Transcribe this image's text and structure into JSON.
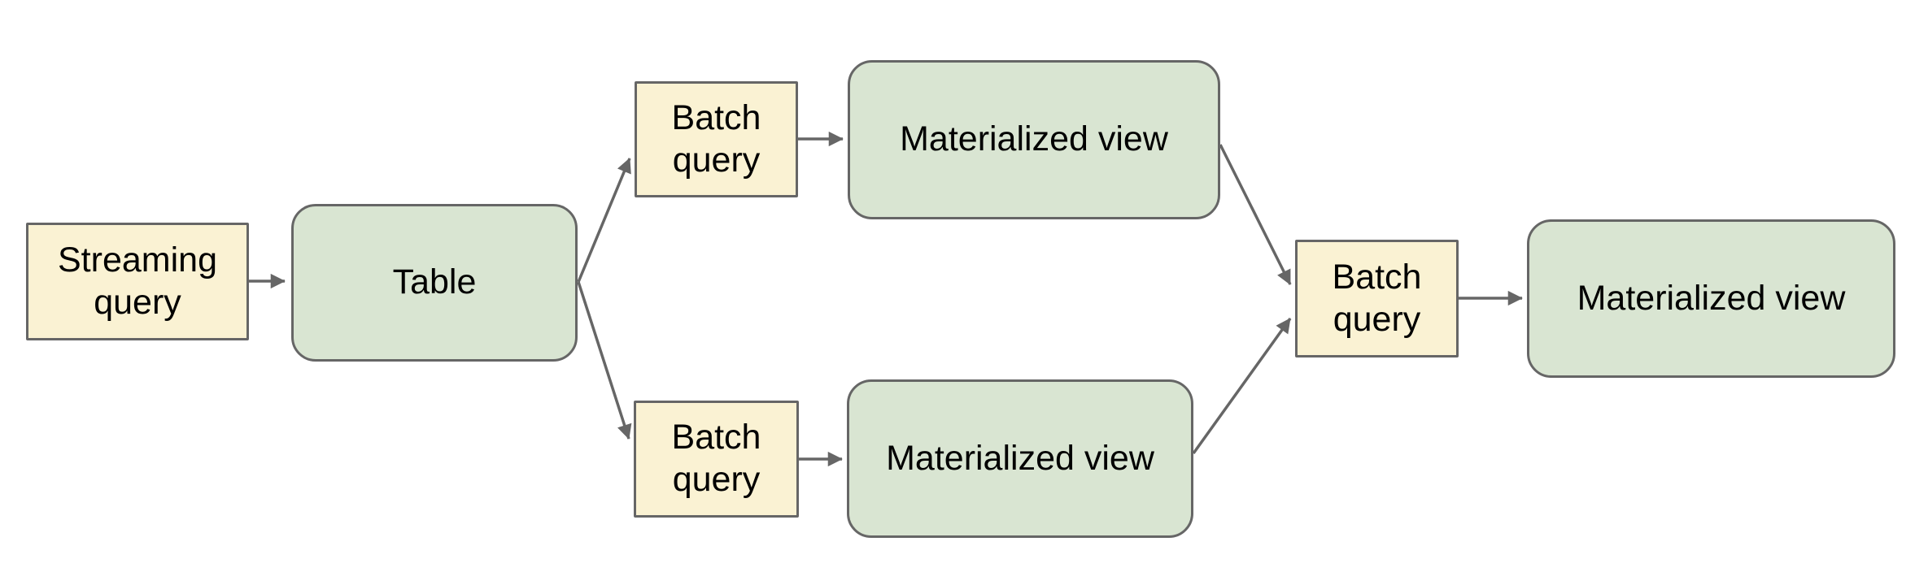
{
  "diagram": {
    "background": "#ffffff",
    "colors": {
      "query_fill": "#faf2d3",
      "view_fill": "#d9e5d2",
      "border": "#666666",
      "arrow": "#666666",
      "text": "#000000",
      "background": "#ffffff"
    },
    "nodes": [
      {
        "id": "streaming-query",
        "label": "Streaming query",
        "kind": "query"
      },
      {
        "id": "table",
        "label": "Table",
        "kind": "view"
      },
      {
        "id": "batch-query-top",
        "label": "Batch query",
        "kind": "query"
      },
      {
        "id": "materialized-view-top",
        "label": "Materialized view",
        "kind": "view"
      },
      {
        "id": "batch-query-bottom",
        "label": "Batch query",
        "kind": "query"
      },
      {
        "id": "materialized-view-bottom",
        "label": "Materialized view",
        "kind": "view"
      },
      {
        "id": "batch-query-final",
        "label": "Batch query",
        "kind": "query"
      },
      {
        "id": "materialized-view-final",
        "label": "Materialized view",
        "kind": "view"
      }
    ],
    "edges": [
      {
        "from": "streaming-query",
        "to": "table"
      },
      {
        "from": "table",
        "to": "batch-query-top"
      },
      {
        "from": "table",
        "to": "batch-query-bottom"
      },
      {
        "from": "batch-query-top",
        "to": "materialized-view-top"
      },
      {
        "from": "batch-query-bottom",
        "to": "materialized-view-bottom"
      },
      {
        "from": "materialized-view-top",
        "to": "batch-query-final"
      },
      {
        "from": "materialized-view-bottom",
        "to": "batch-query-final"
      },
      {
        "from": "batch-query-final",
        "to": "materialized-view-final"
      }
    ]
  }
}
